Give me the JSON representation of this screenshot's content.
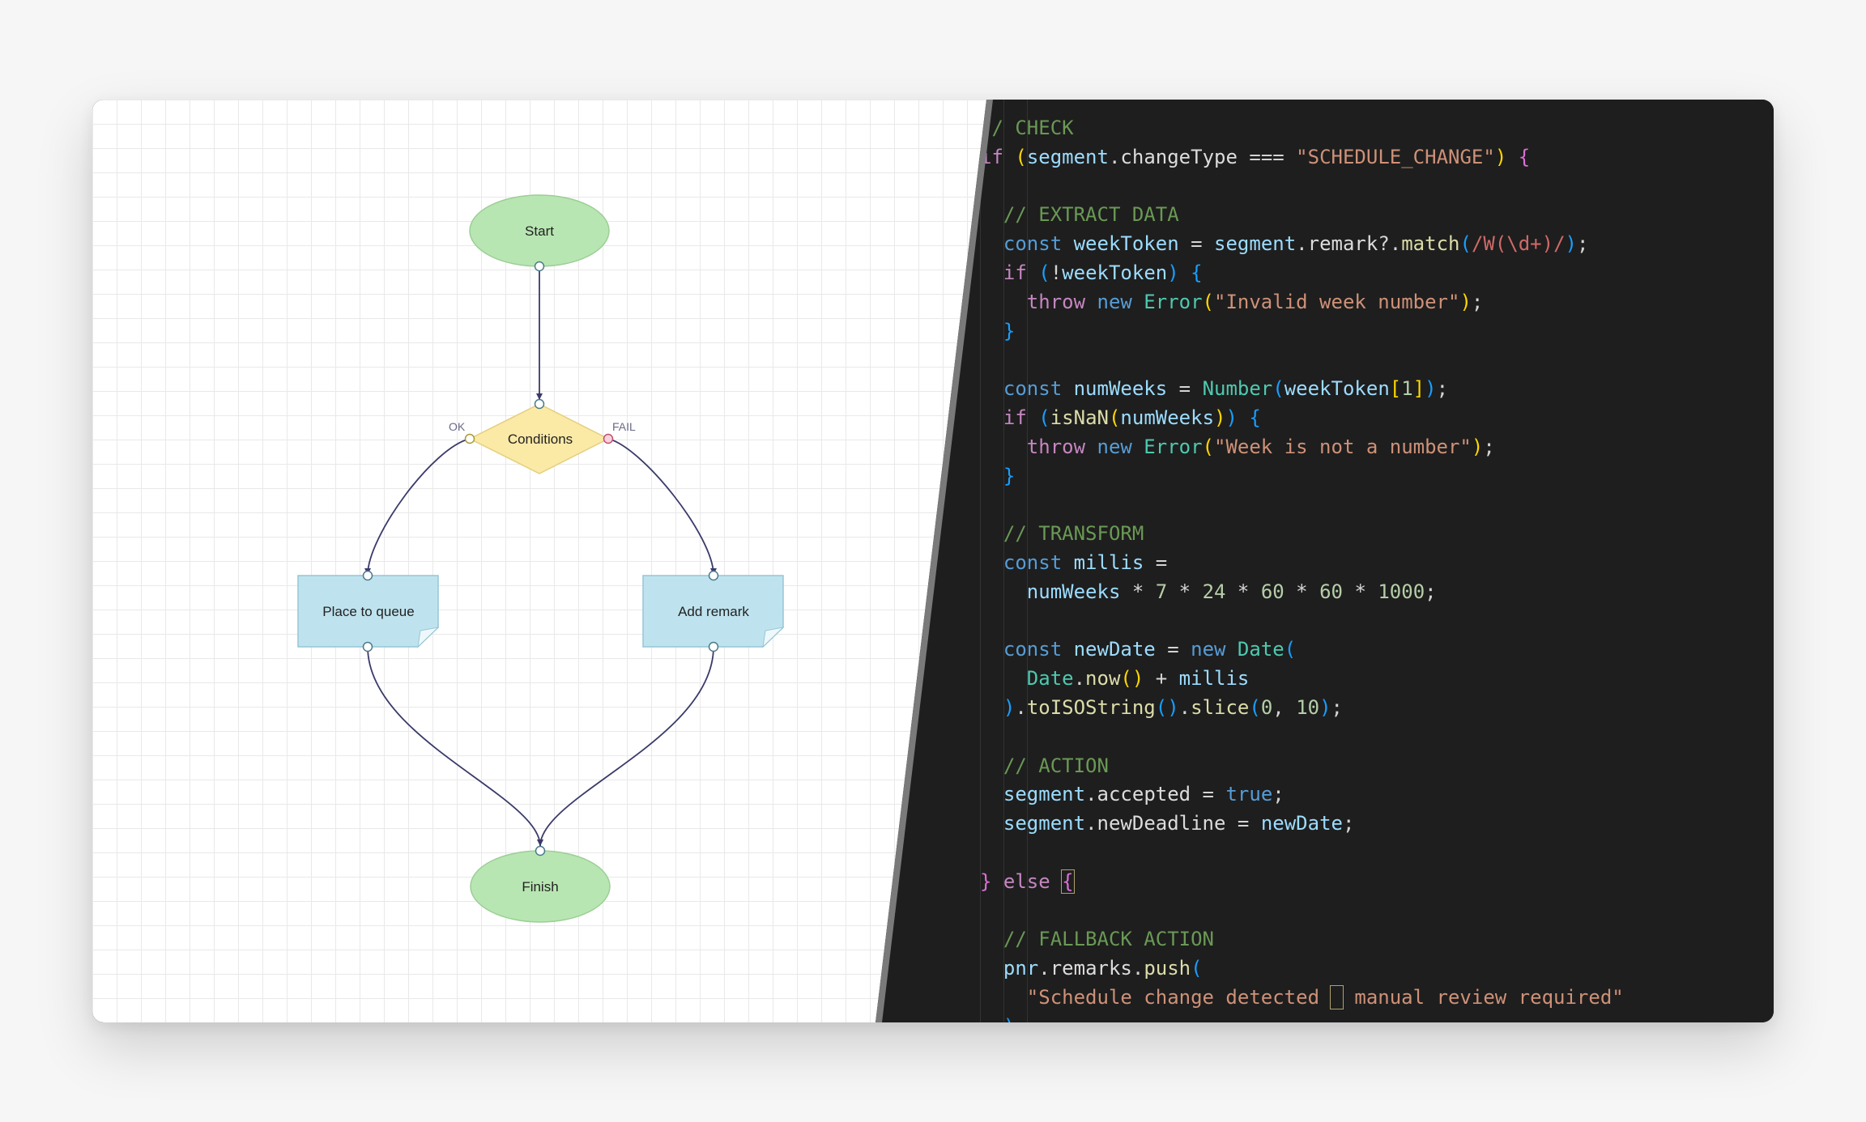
{
  "diagram": {
    "nodes": {
      "start": "Start",
      "conditions": "Conditions",
      "queue": "Place to queue",
      "remark": "Add remark",
      "finish": "Finish"
    },
    "edge_labels": {
      "ok": "OK",
      "fail": "FAIL"
    }
  },
  "code": {
    "lines": [
      [
        [
          "cm",
          "// CHECK"
        ]
      ],
      [
        [
          "kw",
          "if "
        ],
        [
          "b1",
          "("
        ],
        [
          "vr",
          "segment"
        ],
        [
          "op",
          "."
        ],
        [
          "pr",
          "changeType"
        ],
        [
          "op",
          " === "
        ],
        [
          "sr",
          "\"SCHEDULE_CHANGE\""
        ],
        [
          "b1",
          ")"
        ],
        [
          "op",
          " "
        ],
        [
          "b2",
          "{"
        ]
      ],
      [],
      [
        [
          "op",
          "  "
        ],
        [
          "cm",
          "// EXTRACT DATA"
        ]
      ],
      [
        [
          "op",
          "  "
        ],
        [
          "st",
          "const "
        ],
        [
          "vr",
          "weekToken"
        ],
        [
          "op",
          " = "
        ],
        [
          "vr",
          "segment"
        ],
        [
          "op",
          "."
        ],
        [
          "pr",
          "remark"
        ],
        [
          "op",
          "?."
        ],
        [
          "fn",
          "match"
        ],
        [
          "b3",
          "("
        ],
        [
          "rx",
          "/W(\\d+)/"
        ],
        [
          "b3",
          ")"
        ],
        [
          "op",
          ";"
        ]
      ],
      [
        [
          "op",
          "  "
        ],
        [
          "kw",
          "if "
        ],
        [
          "b3",
          "("
        ],
        [
          "op",
          "!"
        ],
        [
          "vr",
          "weekToken"
        ],
        [
          "b3",
          ")"
        ],
        [
          "op",
          " "
        ],
        [
          "b3",
          "{"
        ]
      ],
      [
        [
          "op",
          "    "
        ],
        [
          "kw",
          "throw "
        ],
        [
          "st",
          "new "
        ],
        [
          "cl",
          "Error"
        ],
        [
          "b1",
          "("
        ],
        [
          "sr",
          "\"Invalid week number\""
        ],
        [
          "b1",
          ")"
        ],
        [
          "op",
          ";"
        ]
      ],
      [
        [
          "op",
          "  "
        ],
        [
          "b3",
          "}"
        ]
      ],
      [],
      [
        [
          "op",
          "  "
        ],
        [
          "st",
          "const "
        ],
        [
          "vr",
          "numWeeks"
        ],
        [
          "op",
          " = "
        ],
        [
          "cl",
          "Number"
        ],
        [
          "b3",
          "("
        ],
        [
          "vr",
          "weekToken"
        ],
        [
          "b1",
          "["
        ],
        [
          "nm",
          "1"
        ],
        [
          "b1",
          "]"
        ],
        [
          "b3",
          ")"
        ],
        [
          "op",
          ";"
        ]
      ],
      [
        [
          "op",
          "  "
        ],
        [
          "kw",
          "if "
        ],
        [
          "b3",
          "("
        ],
        [
          "fn",
          "isNaN"
        ],
        [
          "b1",
          "("
        ],
        [
          "vr",
          "numWeeks"
        ],
        [
          "b1",
          ")"
        ],
        [
          "b3",
          ")"
        ],
        [
          "op",
          " "
        ],
        [
          "b3",
          "{"
        ]
      ],
      [
        [
          "op",
          "    "
        ],
        [
          "kw",
          "throw "
        ],
        [
          "st",
          "new "
        ],
        [
          "cl",
          "Error"
        ],
        [
          "b1",
          "("
        ],
        [
          "sr",
          "\"Week is not a number\""
        ],
        [
          "b1",
          ")"
        ],
        [
          "op",
          ";"
        ]
      ],
      [
        [
          "op",
          "  "
        ],
        [
          "b3",
          "}"
        ]
      ],
      [],
      [
        [
          "op",
          "  "
        ],
        [
          "cm",
          "// TRANSFORM"
        ]
      ],
      [
        [
          "op",
          "  "
        ],
        [
          "st",
          "const "
        ],
        [
          "vr",
          "millis"
        ],
        [
          "op",
          " ="
        ]
      ],
      [
        [
          "op",
          "    "
        ],
        [
          "vr",
          "numWeeks"
        ],
        [
          "op",
          " * "
        ],
        [
          "nm",
          "7"
        ],
        [
          "op",
          " * "
        ],
        [
          "nm",
          "24"
        ],
        [
          "op",
          " * "
        ],
        [
          "nm",
          "60"
        ],
        [
          "op",
          " * "
        ],
        [
          "nm",
          "60"
        ],
        [
          "op",
          " * "
        ],
        [
          "nm",
          "1000"
        ],
        [
          "op",
          ";"
        ]
      ],
      [],
      [
        [
          "op",
          "  "
        ],
        [
          "st",
          "const "
        ],
        [
          "vr",
          "newDate"
        ],
        [
          "op",
          " = "
        ],
        [
          "st",
          "new "
        ],
        [
          "cl",
          "Date"
        ],
        [
          "b3",
          "("
        ]
      ],
      [
        [
          "op",
          "    "
        ],
        [
          "cl",
          "Date"
        ],
        [
          "op",
          "."
        ],
        [
          "fn",
          "now"
        ],
        [
          "b1",
          "()"
        ],
        [
          "op",
          " + "
        ],
        [
          "vr",
          "millis"
        ]
      ],
      [
        [
          "op",
          "  "
        ],
        [
          "b3",
          ")"
        ],
        [
          "op",
          "."
        ],
        [
          "fn",
          "toISOString"
        ],
        [
          "b3",
          "()"
        ],
        [
          "op",
          "."
        ],
        [
          "fn",
          "slice"
        ],
        [
          "b3",
          "("
        ],
        [
          "nm",
          "0"
        ],
        [
          "op",
          ", "
        ],
        [
          "nm",
          "10"
        ],
        [
          "b3",
          ")"
        ],
        [
          "op",
          ";"
        ]
      ],
      [],
      [
        [
          "op",
          "  "
        ],
        [
          "cm",
          "// ACTION"
        ]
      ],
      [
        [
          "op",
          "  "
        ],
        [
          "vr",
          "segment"
        ],
        [
          "op",
          "."
        ],
        [
          "pr",
          "accepted"
        ],
        [
          "op",
          " = "
        ],
        [
          "st",
          "true"
        ],
        [
          "op",
          ";"
        ]
      ],
      [
        [
          "op",
          "  "
        ],
        [
          "vr",
          "segment"
        ],
        [
          "op",
          "."
        ],
        [
          "pr",
          "newDeadline"
        ],
        [
          "op",
          " = "
        ],
        [
          "vr",
          "newDate"
        ],
        [
          "op",
          ";"
        ]
      ],
      [],
      [
        [
          "b2",
          "}"
        ],
        [
          "kw",
          " else "
        ],
        [
          "b2 box",
          "{"
        ]
      ],
      [],
      [
        [
          "op",
          "  "
        ],
        [
          "cm",
          "// FALLBACK ACTION"
        ]
      ],
      [
        [
          "op",
          "  "
        ],
        [
          "vr",
          "pnr"
        ],
        [
          "op",
          "."
        ],
        [
          "pr",
          "remarks"
        ],
        [
          "op",
          "."
        ],
        [
          "fn",
          "push"
        ],
        [
          "b3",
          "("
        ]
      ],
      [
        [
          "op",
          "    "
        ],
        [
          "sr",
          "\"Schedule change detected "
        ],
        [
          "b1 box",
          " "
        ],
        [
          "sr",
          " manual review required\""
        ]
      ],
      [
        [
          "op",
          "  "
        ],
        [
          "b3",
          ")"
        ]
      ]
    ]
  }
}
